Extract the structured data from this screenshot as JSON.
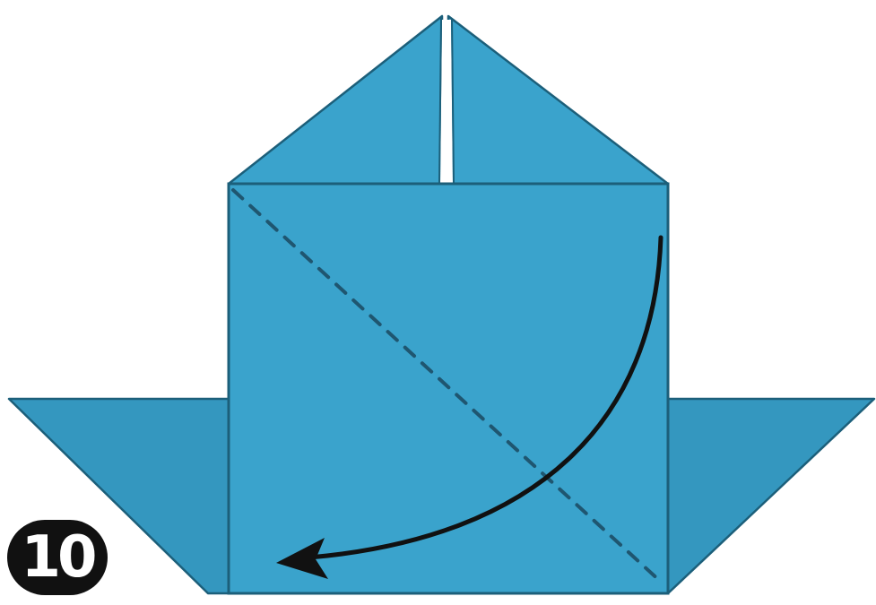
{
  "diagram": {
    "step_number": "10",
    "colors": {
      "paper": "#3aa3cc",
      "paper_shade": "#3497bf",
      "edge": "#1c5f7a",
      "crease": "#1f5670",
      "arrow": "#111111",
      "center_slit": "#ffffff"
    },
    "elements": [
      "top-triangle-flap",
      "center-slit",
      "left-wing-flap",
      "right-wing-flap",
      "square-body",
      "valley-fold-dashed-line",
      "fold-direction-arrow"
    ]
  }
}
